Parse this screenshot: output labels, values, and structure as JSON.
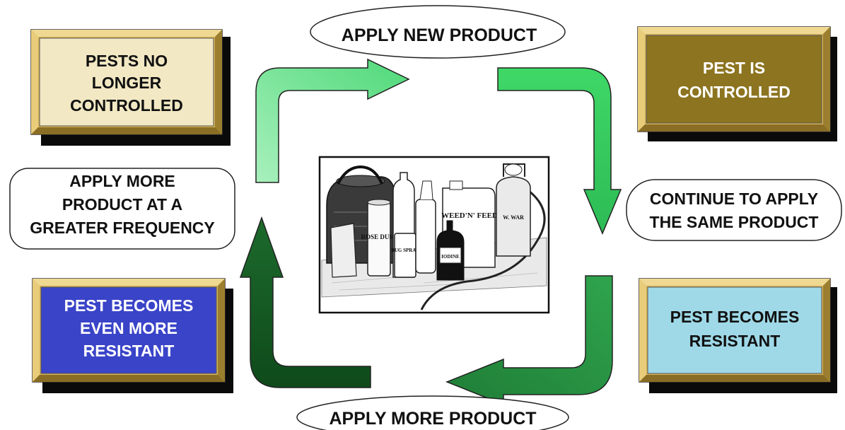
{
  "diagram": {
    "boxes": {
      "top_left": {
        "lines": [
          "PESTS NO",
          "LONGER",
          "CONTROLLED"
        ],
        "fill": "#f2e8c3",
        "text_color": "#111111"
      },
      "top_right": {
        "lines": [
          "PEST IS",
          "CONTROLLED"
        ],
        "fill": "#8c7420",
        "text_color": "#ffffff"
      },
      "bottom_right": {
        "lines": [
          "PEST BECOMES",
          "RESISTANT"
        ],
        "fill": "#9fd9e8",
        "text_color": "#111111"
      },
      "bottom_left": {
        "lines": [
          "PEST BECOMES",
          "EVEN MORE",
          "RESISTANT"
        ],
        "fill": "#3a44c8",
        "text_color": "#ffffff"
      }
    },
    "labels": {
      "top": {
        "lines": [
          "APPLY NEW PRODUCT"
        ]
      },
      "right": {
        "lines": [
          "CONTINUE TO APPLY",
          "THE SAME PRODUCT"
        ]
      },
      "bottom": {
        "lines": [
          "APPLY MORE PRODUCT"
        ]
      },
      "left": {
        "lines": [
          "APPLY MORE",
          "PRODUCT AT A",
          "GREATER FREQUENCY"
        ]
      }
    },
    "center_illustration": {
      "icon": "pesticide-products-illustration",
      "product_labels": [
        "WEED'N' FEED",
        "ROSE DUST",
        "BUG SPRAY",
        "IODINE",
        "W. WAR"
      ]
    },
    "colors": {
      "frame_gold": "#d4b25a",
      "frame_shadow": "#0a0a0a",
      "arrow_top": "#7fe6a0",
      "arrow_right": "#39c95b",
      "arrow_bottom": "#2d9b47",
      "arrow_left": "#135c22"
    }
  }
}
